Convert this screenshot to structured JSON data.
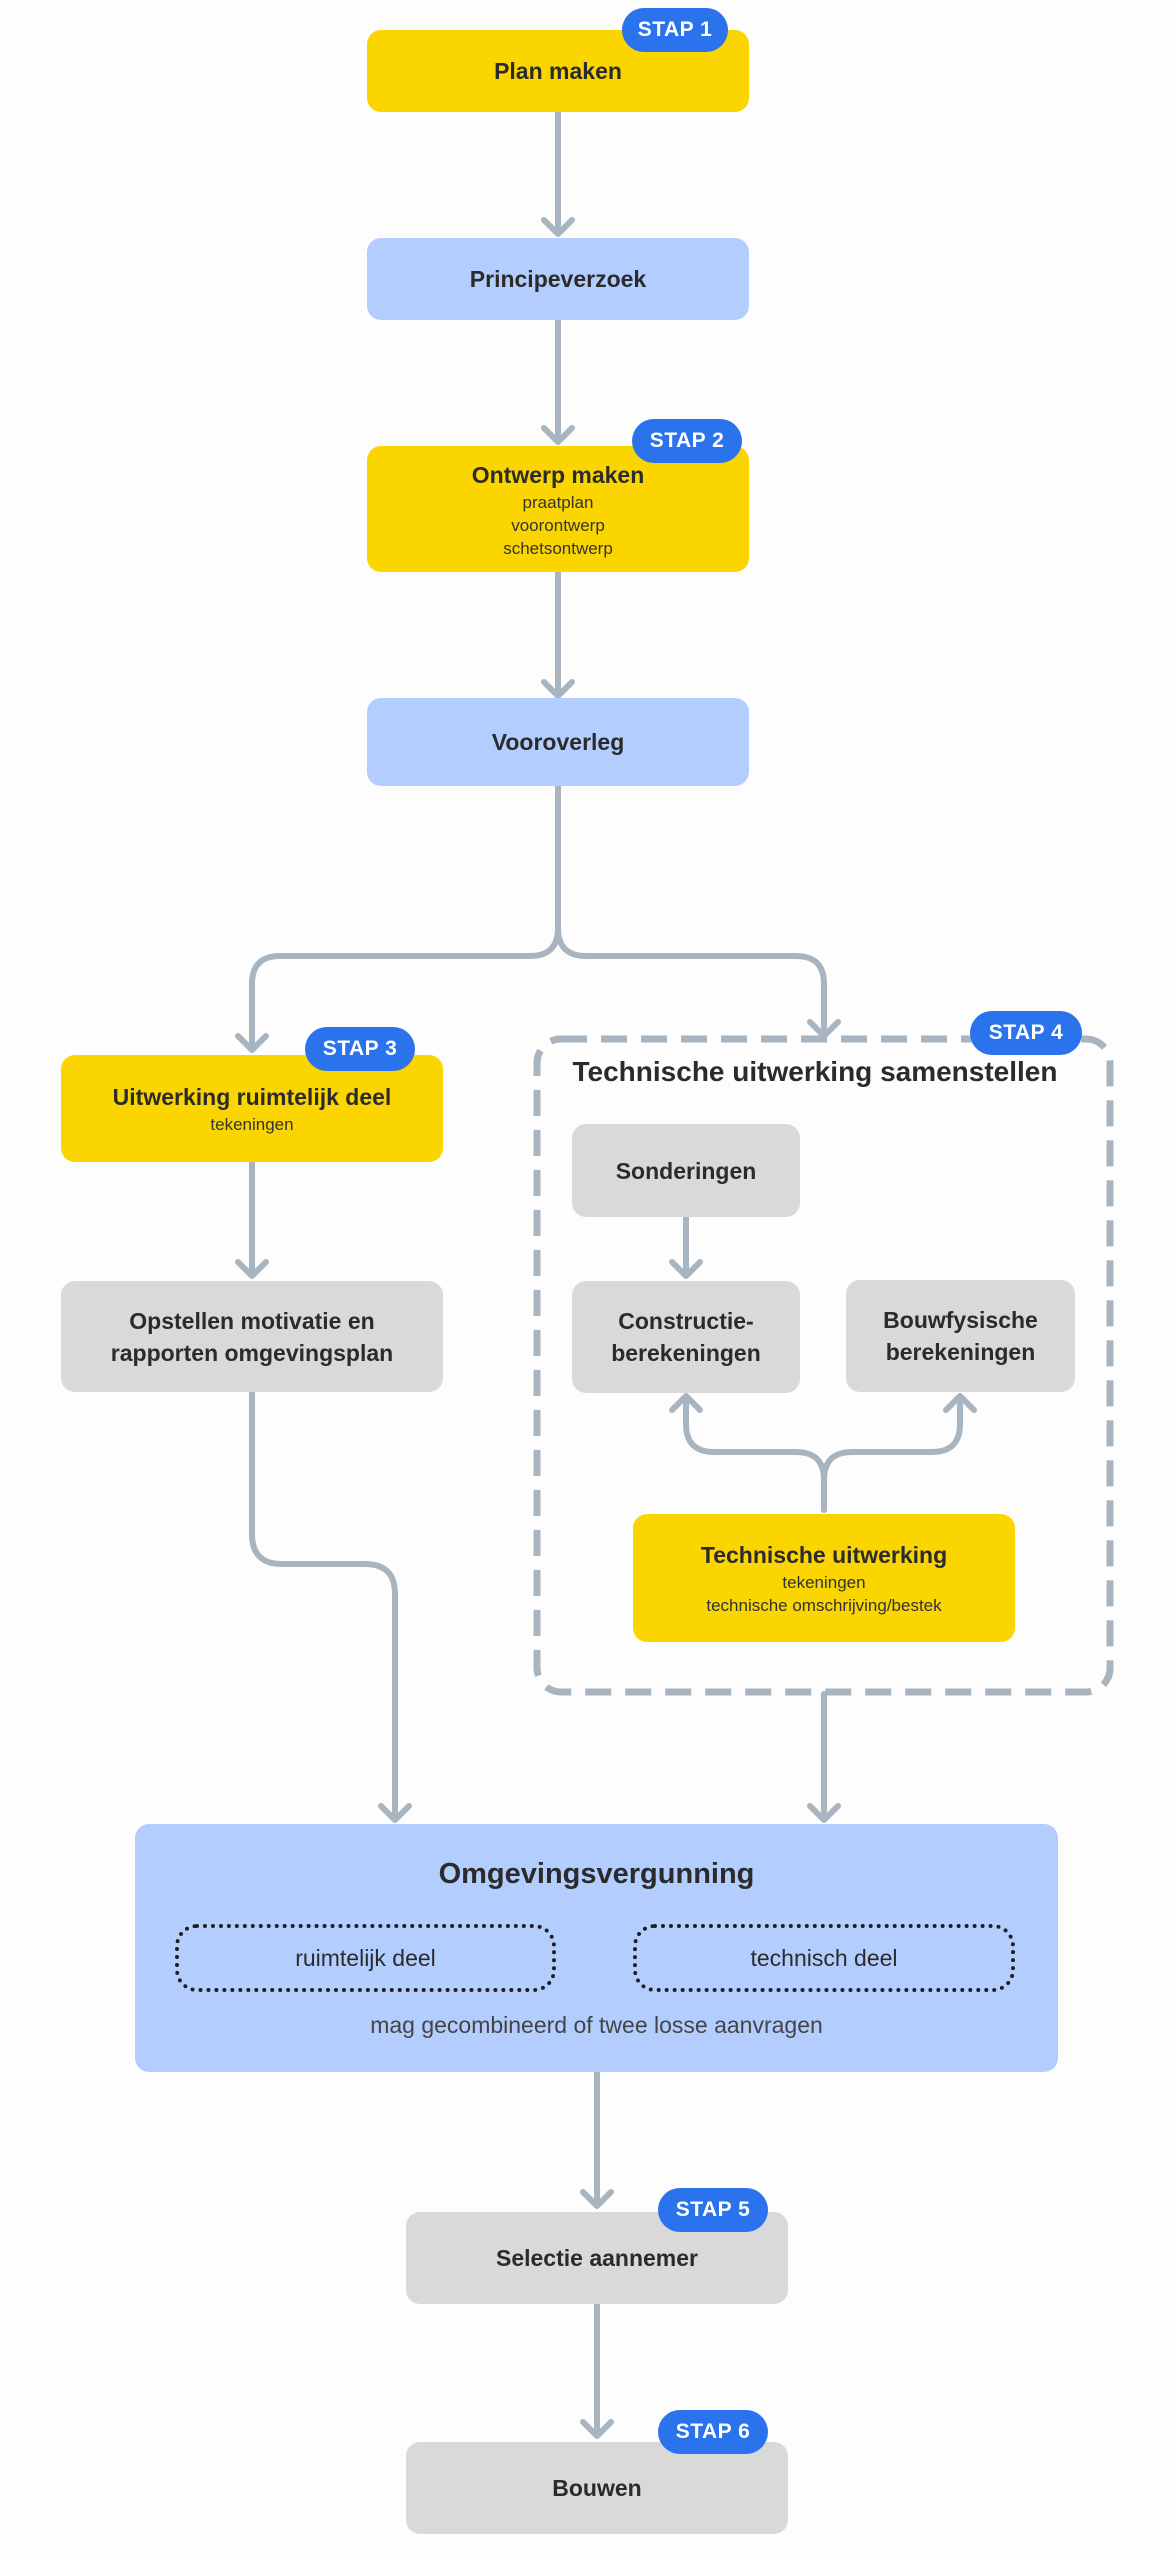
{
  "colors": {
    "step_yellow": "#fad500",
    "step_blue": "#b3cefe",
    "step_grey": "#d9d9d9",
    "badge_blue": "#2a73ec",
    "connector": "#a8b5c0"
  },
  "badges": {
    "stap1": "STAP 1",
    "stap2": "STAP 2",
    "stap3": "STAP 3",
    "stap4": "STAP 4",
    "stap5": "STAP 5",
    "stap6": "STAP 6"
  },
  "nodes": {
    "plan_maken": {
      "title": "Plan maken"
    },
    "principeverzoek": {
      "title": "Principeverzoek"
    },
    "ontwerp_maken": {
      "title": "Ontwerp maken",
      "lines": [
        "praatplan",
        "voorontwerp",
        "schetsontwerp"
      ]
    },
    "vooroverleg": {
      "title": "Vooroverleg"
    },
    "uitwerking_ruimtelijk": {
      "title": "Uitwerking ruimtelijk deel",
      "sub": "tekeningen"
    },
    "opstellen_motivatie": {
      "line1": "Opstellen motivatie en",
      "line2": "rapporten omgevingsplan"
    },
    "technische_groep": {
      "title": "Technische uitwerking samenstellen"
    },
    "sonderingen": {
      "title": "Sonderingen"
    },
    "constructie": {
      "line1": "Constructie-",
      "line2": "berekeningen"
    },
    "bouwfysisch": {
      "line1": "Bouwfysische",
      "line2": "berekeningen"
    },
    "technische_uitwerking": {
      "title": "Technische uitwerking",
      "lines": [
        "tekeningen",
        "technische omschrijving/bestek"
      ]
    },
    "omgevingsvergunning": {
      "title": "Omgevingsvergunning",
      "part_ruimtelijk": "ruimtelijk deel",
      "part_technisch": "technisch deel",
      "note": "mag gecombineerd of twee losse aanvragen"
    },
    "selectie_aannemer": {
      "title": "Selectie aannemer"
    },
    "bouwen": {
      "title": "Bouwen"
    }
  }
}
